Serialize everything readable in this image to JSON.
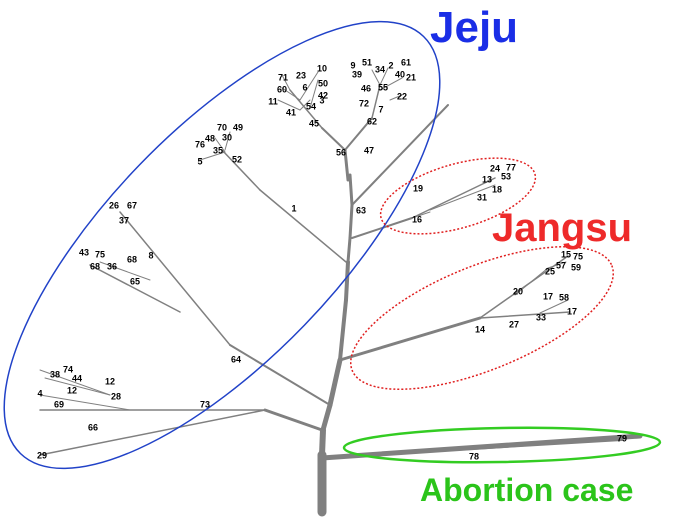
{
  "regions": {
    "jeju": {
      "label": "Jeju",
      "color": "#1a2ee6",
      "outline_color": "#2142c8"
    },
    "jangsu": {
      "label": "Jangsu",
      "color": "#ee2a2a",
      "outline_color": "#e02020"
    },
    "abortion": {
      "label": "Abortion case",
      "color": "#2bc41a",
      "outline_color": "#33cc22"
    }
  },
  "branch_color": "#808080",
  "leaf_labels": {
    "jeju": [
      "71",
      "23",
      "10",
      "9",
      "51",
      "34",
      "2",
      "61",
      "60",
      "6",
      "50",
      "39",
      "40",
      "21",
      "42",
      "46",
      "55",
      "22",
      "11",
      "3",
      "54",
      "72",
      "7",
      "41",
      "45",
      "62",
      "70",
      "49",
      "48",
      "30",
      "76",
      "35",
      "47",
      "5",
      "52",
      "56",
      "26",
      "67",
      "37",
      "1",
      "43",
      "75",
      "8",
      "68",
      "36",
      "68",
      "65",
      "74",
      "38",
      "44",
      "12",
      "12",
      "4",
      "28",
      "69",
      "73",
      "64",
      "66",
      "29"
    ],
    "jangsu": [
      "24",
      "77",
      "13",
      "53",
      "19",
      "18",
      "31",
      "16",
      "15",
      "75",
      "57",
      "59",
      "25",
      "20",
      "17",
      "58",
      "17",
      "33",
      "27",
      "14"
    ],
    "abortion": [
      "79",
      "78"
    ],
    "other": [
      "63"
    ]
  }
}
